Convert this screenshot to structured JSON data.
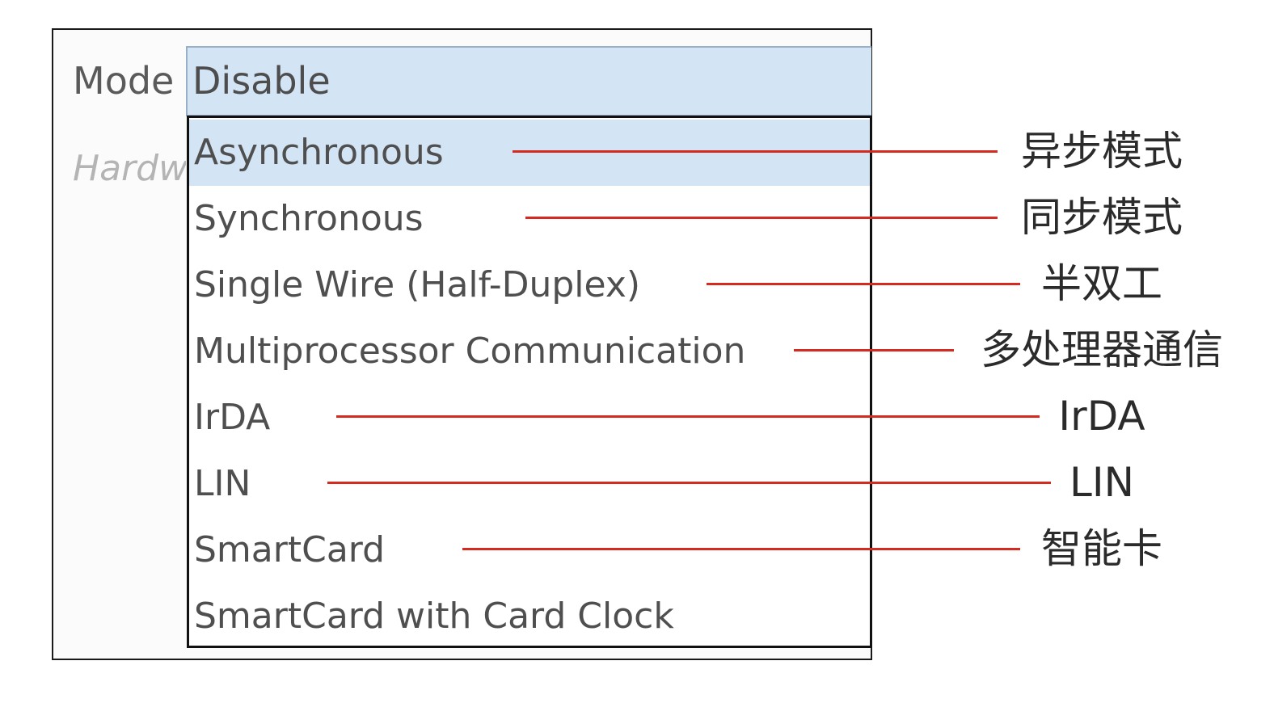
{
  "mode_field": {
    "label": "Mode",
    "selected_value": "Disable"
  },
  "hardware_label": "Hardware",
  "dropdown": {
    "options": [
      "Asynchronous",
      "Synchronous",
      "Single Wire (Half-Duplex)",
      "Multiprocessor Communication",
      "IrDA",
      "LIN",
      "SmartCard",
      "SmartCard with Card Clock"
    ],
    "highlighted_option": "Asynchronous"
  },
  "annotations": [
    "异步模式",
    "同步模式",
    "半双工",
    "多处理器通信",
    "IrDA",
    "LIN",
    "智能卡"
  ],
  "colors": {
    "selection_bg": "#d3e4f5",
    "connector_line": "#d42a1f"
  }
}
